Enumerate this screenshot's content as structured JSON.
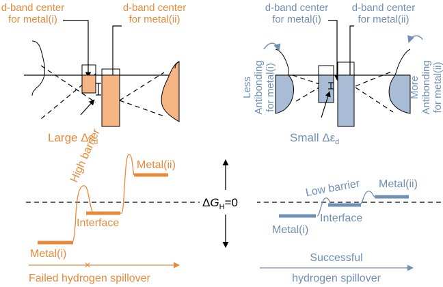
{
  "colors": {
    "orange": "#e8893a",
    "orange_fill": "#f4b483",
    "blue": "#6f8fb5",
    "blue_fill": "#a9bcd6",
    "line": "#000000"
  },
  "left_panel": {
    "dband_i_line1": "d-band center",
    "dband_i_line2": "for metal(i)",
    "dband_ii_line1": "d-band center",
    "dband_ii_line2": "for metal(ii)",
    "delta_prefix": "Large Δε",
    "delta_sub": "d"
  },
  "right_panel": {
    "dband_i_line1": "d-band center",
    "dband_i_line2": "for metal(i)",
    "dband_ii_line1": "d-band center",
    "dband_ii_line2": "for metal(ii)",
    "less_line1": "Less",
    "less_line2": "Antibonding",
    "less_line3": "for metal(i)",
    "more_line1": "More",
    "more_line2": "Antibonding",
    "more_line3": "for metal(ii)",
    "delta_prefix": "Small Δε",
    "delta_sub": "d"
  },
  "left_energy": {
    "metal_ii": "Metal(ii)",
    "high_barrier": "High barrier",
    "interface": "Interface",
    "metal_i": "Metal(i)",
    "arrow_mark": "×",
    "result": "Failed hydrogen spillover"
  },
  "center": {
    "delta_symbol": "Δ",
    "g": "G",
    "h_sub": "H",
    "eq_zero": "=0"
  },
  "right_energy": {
    "low_barrier": "Low barrier",
    "metal_ii": "Metal(ii)",
    "interface": "Interface",
    "metal_i": "Metal(i)",
    "result_line1": "Successful",
    "result_line2": "hydrogen spillover"
  }
}
